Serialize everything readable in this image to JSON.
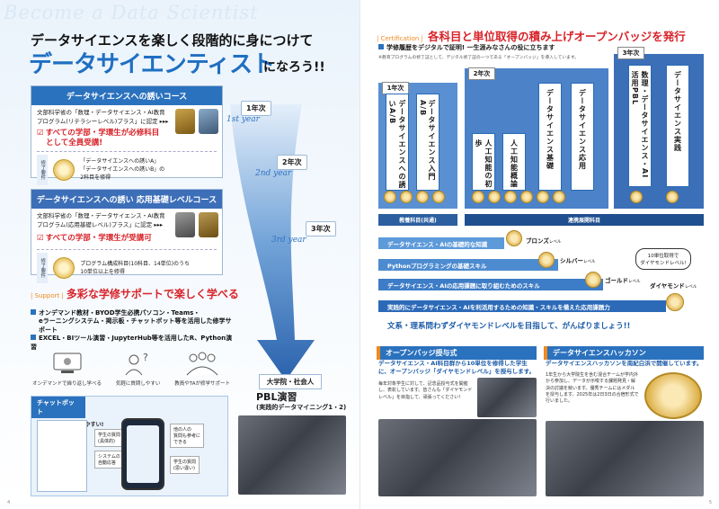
{
  "left": {
    "watermark": "Become a Data Scientist",
    "lead": "データサイエンスを楽しく段階的に身につけて",
    "big_title": "データサイエンティスト",
    "big_suffix": "になろう!!",
    "course1": {
      "title": "データサイエンスへの誘いコース",
      "desc1": "文部科学省の「数理・データサイエンス・AI教育",
      "desc2": "プログラム(リテラシーレベル)プラス」に認定 ▸▸▸",
      "red1": "すべての学部・学環生が必修科目",
      "red2": "として全員受講!",
      "req_tag": "修了要件",
      "req1": "「データサイエンスへの誘いA」",
      "req2": "「データサイエンスへの誘いB」の",
      "req3": "2科目を修得"
    },
    "course2": {
      "title": "データサイエンスへの誘い 応用基礎レベルコース",
      "desc1": "文部科学省の「数理・データサイエンス・AI教育",
      "desc2": "プログラム(応用基礎レベル)プラス」に認定 ▸▸▸",
      "red1": "すべての学部・学環生が受講可",
      "req_tag": "修了要件",
      "req1": "プログラム構成科目(10科目、14単位)のうち",
      "req2": "10単位以上を修得"
    },
    "years": {
      "y1": "1年次",
      "y1s": "1st year",
      "y2": "2年次",
      "y2s": "2nd year",
      "y3": "3年次",
      "y3s": "3rd year"
    },
    "grad": {
      "label": "大学院・社会人",
      "pbl": "PBL演習",
      "pbl_sub": "(実践的データマイニング1・2)"
    },
    "support": {
      "tag": "| Support |",
      "title": "多彩な学修サポートで楽しく学べる",
      "b1a": "オンデマンド教材・BYOD学生必携パソコン・Teams・",
      "b1b": "eラーニングシステム・掲示板・チャットボット等を活用した修学サポート",
      "b2": "EXCEL・BIツール演習・JupyterHub等を活用したR、Python演習",
      "icons": [
        {
          "icon": "video-lecture-icon",
          "label": "オンデマンドで繰り返し学べる"
        },
        {
          "icon": "question-person-icon",
          "label": "気軽に質問しやすい"
        },
        {
          "icon": "staff-group-icon",
          "label": "教員やTAが修学サポート"
        }
      ]
    },
    "chatbot": {
      "title": "チャットボット",
      "line": "さっと使えて質問しやすい!",
      "c1": "学生の質問\n(具体的)",
      "c2": "システムの\n自動応答",
      "c3": "他の人の\n質問も参考に\nできる",
      "c4": "学生の質問\n(思い違い)"
    },
    "page_no": "4"
  },
  "right": {
    "cert_tag": "| Certification |",
    "cert_title": "各科目と単位取得の積み上げオープンバッジを発行",
    "cert_sub": "学修履歴をデジタルで証明! 一生涯みなさんの役に立ちます",
    "cert_note": "※教育プログラムの修了証として、デジタル修了証の一つである「オープンバッジ」を導入しています。",
    "y1": "1年次",
    "y2": "2年次",
    "y3": "3年次",
    "subjects_y1": [
      "データサイエンスへの誘いA/B",
      "データサイエンス入門A/B"
    ],
    "subjects_y2": [
      "人工知能の初歩",
      "人工知能概論",
      "データサイエンス基礎",
      "データサイエンス応用"
    ],
    "subjects_y3": [
      "数理・データサイエンス・AI活用PBL",
      "データサイエンス実践"
    ],
    "y3_note": "データサイエンス・AI活用PBL",
    "cat_basic": "教養科目(共通)",
    "cat_related": "連携展開科目",
    "skills": [
      {
        "label": "データサイエンス・AIの基礎的な知識",
        "level": "ブロンズ",
        "suffix": "レベル"
      },
      {
        "label": "Pythonプログラミングの基礎スキル",
        "level": "シルバー",
        "suffix": "レベル"
      },
      {
        "label": "データサイエンス・AIの応用課題に取り組むためのスキル",
        "level": "ゴールド",
        "suffix": "レベル"
      },
      {
        "label": "実践的にデータサイエンス・AIを利活用するための知識・スキルを備えた応用課題力",
        "level": "ダイヤモンド",
        "suffix": "レベル"
      }
    ],
    "callout": "10単位取得で\nダイヤモンドレベル!",
    "slogan": "文系・理系問わずダイヤモンドレベルを目指して、がんばりましょう!!",
    "award": {
      "title": "オープンバッジ授与式",
      "lead": "データサイエンス・AI科目群から10単位を修得した学生に、オープンバッジ「ダイヤモンドレベル」を授与します。",
      "body": "毎年対象学生に対して、記念品授与式を開催し、表彰しています。皆さんも「ダイヤモンドレベル」を目指して、頑張ってください!"
    },
    "hackathon": {
      "title": "データサイエンスハッカソン",
      "lead": "データサイエンスハッカソンを南紀白浜で開催しています。",
      "body": "1年生から大学院生を含む混合チームが学内外から参加し、データが示唆する課題発見・解決の討議を競います。優秀チームにはメダルを授与します。2025年は2日3日の合宿形式で行いました。"
    },
    "page_no": "5"
  },
  "colors": {
    "primary_blue": "#2b72be",
    "accent_red": "#d8232a",
    "accent_orange": "#f08a1d"
  }
}
